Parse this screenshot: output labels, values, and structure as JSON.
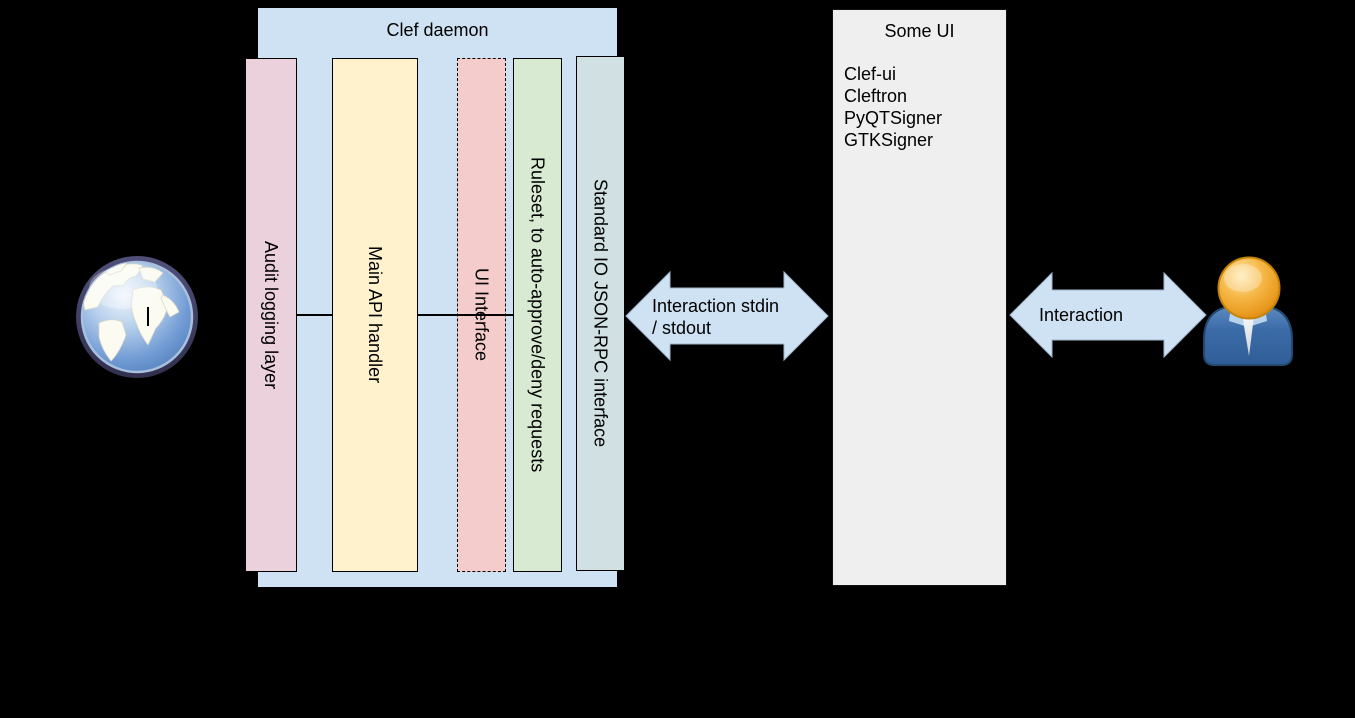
{
  "clef_daemon": {
    "title": "Clef daemon",
    "components": [
      {
        "label": "Audit logging layer",
        "fill": "#ead1dc",
        "border_style": "solid"
      },
      {
        "label": "Main API handler",
        "fill": "#fff2cc",
        "border_style": "solid"
      },
      {
        "label": "UI Interface",
        "fill": "#f4cccc",
        "border_style": "dashed"
      },
      {
        "label": "Ruleset, to auto-approve/deny requests",
        "fill": "#d9ead3",
        "border_style": "solid"
      },
      {
        "label": "Standard IO JSON-RPC interface",
        "fill": "#d0e0e3",
        "border_style": "solid"
      }
    ]
  },
  "some_ui": {
    "title": "Some UI",
    "items": [
      "Clef-ui",
      "Cleftron",
      "PyQTSigner",
      "GTKSigner"
    ],
    "fill": "#efefef"
  },
  "arrows": [
    {
      "label_lines": [
        "Interaction stdin",
        "/ stdout"
      ]
    },
    {
      "label_lines": [
        "Interaction"
      ]
    }
  ],
  "icons": [
    "globe-icon",
    "person-icon"
  ],
  "colors": {
    "background": "#000000",
    "container_fill": "#cfe2f3",
    "arrow_fill": "#cfe2f3",
    "text": "#000000"
  }
}
